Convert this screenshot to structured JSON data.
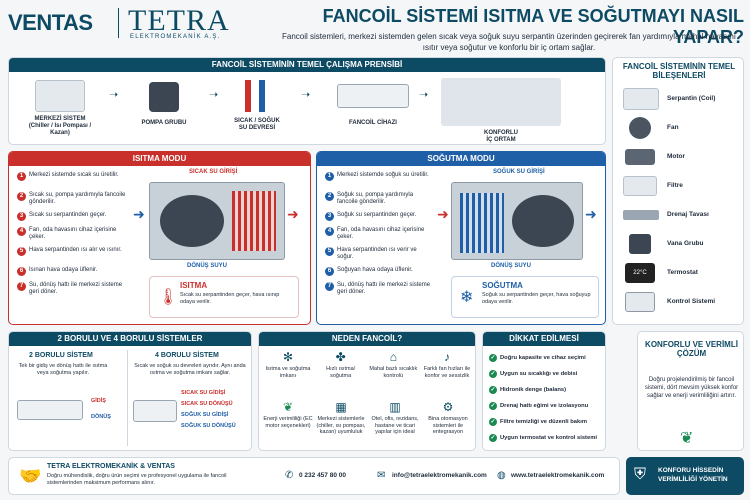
{
  "header": {
    "brand1": "VENTAS",
    "brand2": "TETRA",
    "brand2_sub": "ELEKTROMEKANİK A.Ş.",
    "title": "FANCOİL SİSTEMİ ISITMA VE SOĞUTMAYI NASIL YAPAR?",
    "description": "Fancoil sistemleri, merkezi sistemden gelen sıcak veya soğuk suyu serpantin üzerinden geçirerek fan yardımıyla mahal havasını ısıtır veya soğutur ve konforlu bir iç ortam sağlar."
  },
  "principle": {
    "title": "FANCOİL SİSTEMİNİN TEMEL ÇALIŞMA PRENSİBİ",
    "items": [
      "MERKEZİ SİSTEM\n(Chiller / Isı Pompası / Kazan)",
      "POMPA GRUBU",
      "SICAK / SOĞUK\nSU DEVRESİ",
      "FANCOİL CİHAZI",
      "KONFORLU\nİÇ ORTAM"
    ]
  },
  "components": {
    "title": "FANCOİL SİSTEMİNİN TEMEL BİLEŞENLERİ",
    "items": [
      "Serpantin (Coil)",
      "Fan",
      "Motor",
      "Filtre",
      "Drenaj Tavası",
      "Vana Grubu",
      "Termostat",
      "Kontrol Sistemi"
    ],
    "thermostat_display": "22°C"
  },
  "heating": {
    "title": "ISITMA MODU",
    "in_label": "SICAK SU GİRİŞİ",
    "out_label": "DÖNÜŞ SUYU",
    "steps": [
      "Merkezi sistemde sıcak su üretilir.",
      "Sıcak su, pompa yardımıyla fancoile gönderilir.",
      "Sıcak su serpantinden geçer.",
      "Fan, oda havasını cihaz içerisine çeker.",
      "Hava serpantinden ısı alır ve ısınır.",
      "Isınan hava odaya üflenir.",
      "Su, dönüş hattı ile merkezi sisteme geri döner."
    ],
    "box_title": "ISITMA",
    "box_text": "Sıcak su serpantinden geçer, hava ısınıp odaya verilir."
  },
  "cooling": {
    "title": "SOĞUTMA MODU",
    "in_label": "SOĞUK SU GİRİŞİ",
    "out_label": "DÖNÜŞ SUYU",
    "steps": [
      "Merkezi sistemde soğuk su üretilir.",
      "Soğuk su, pompa yardımıyla fancoile gönderilir.",
      "Soğuk su serpantinden geçer.",
      "Fan, oda havasını cihaz içerisine çeker.",
      "Hava serpantinden ısı verir ve soğur.",
      "Soğuyan hava odaya üflenir.",
      "Su, dönüş hattı ile merkezi sisteme geri döner."
    ],
    "box_title": "SOĞUTMA",
    "box_text": "Soğuk su serpantinden geçer, hava soğuyup odaya verilir."
  },
  "pipes": {
    "title": "2 BORULU VE 4 BORULU SİSTEMLER",
    "two_title": "2 BORULU SİSTEM",
    "two_text": "Tek bir gidiş ve dönüş hattı ile ısıtma veya soğutma yapılır.",
    "two_labels": [
      "GİDİŞ",
      "DÖNÜŞ"
    ],
    "four_title": "4 BORULU SİSTEM",
    "four_text": "Sıcak ve soğuk su devreleri ayrıdır. Aynı anda ısıtma ve soğutma imkanı sağlar.",
    "four_labels": [
      "SICAK SU GİDİŞİ",
      "SICAK SU DÖNÜŞÜ",
      "SOĞUK SU GİDİŞİ",
      "SOĞUK SU DÖNÜŞÜ"
    ]
  },
  "why": {
    "title": "NEDEN FANCOİL?",
    "items": [
      "Isıtma ve soğutma imkanı",
      "Hızlı ısıtma/ soğutma",
      "Mahal bazlı sıcaklık kontrolü",
      "Farklı fan hızları ile konfor ve sessizlik",
      "Enerji verimliliği (EC motor seçenekleri)",
      "Merkezi sistemlerle (chiller, ısı pompası, kazan) uyumluluk",
      "Otel, ofis, rezidans, hastane ve ticari yapılar için ideal",
      "Bina otomasyon sistemleri ile entegrasyon"
    ]
  },
  "attention": {
    "title": "DİKKAT EDİLMESİ GEREKENLER",
    "items": [
      "Doğru kapasite ve cihaz seçimi",
      "Uygun su sıcaklığı ve debisi",
      "Hidronik denge (balans)",
      "Drenaj hattı eğimi ve izolasyonu",
      "Filtre temizliği ve düzenli bakım",
      "Uygun termostat ve kontrol sistemi"
    ]
  },
  "comfort": {
    "title": "KONFORLU VE VERİMLİ ÇÖZÜM",
    "text": "Doğru projelendirilmiş bir fancoil sistemi, dört mevsim yüksek konfor sağlar ve enerji verimliliğini artırır."
  },
  "footer": {
    "company": "TETRA ELEKTROMEKANİK & VENTAS",
    "text": "Doğru mühendislik, doğru ürün seçimi ve profesyonel uygulama ile fancoil sistemlerinden maksimum performans alınır.",
    "phone": "0 232 457 80 00",
    "email": "info@tetraelektromekanik.com",
    "web": "www.tetraelektromekanik.com",
    "badge": "KONFORU HİSSEDİN VERİMLİLİĞİ YÖNETİN"
  },
  "colors": {
    "navy": "#0d4a63",
    "heat": "#c9302c",
    "cool": "#1f5fa8",
    "green": "#1a8a52"
  }
}
